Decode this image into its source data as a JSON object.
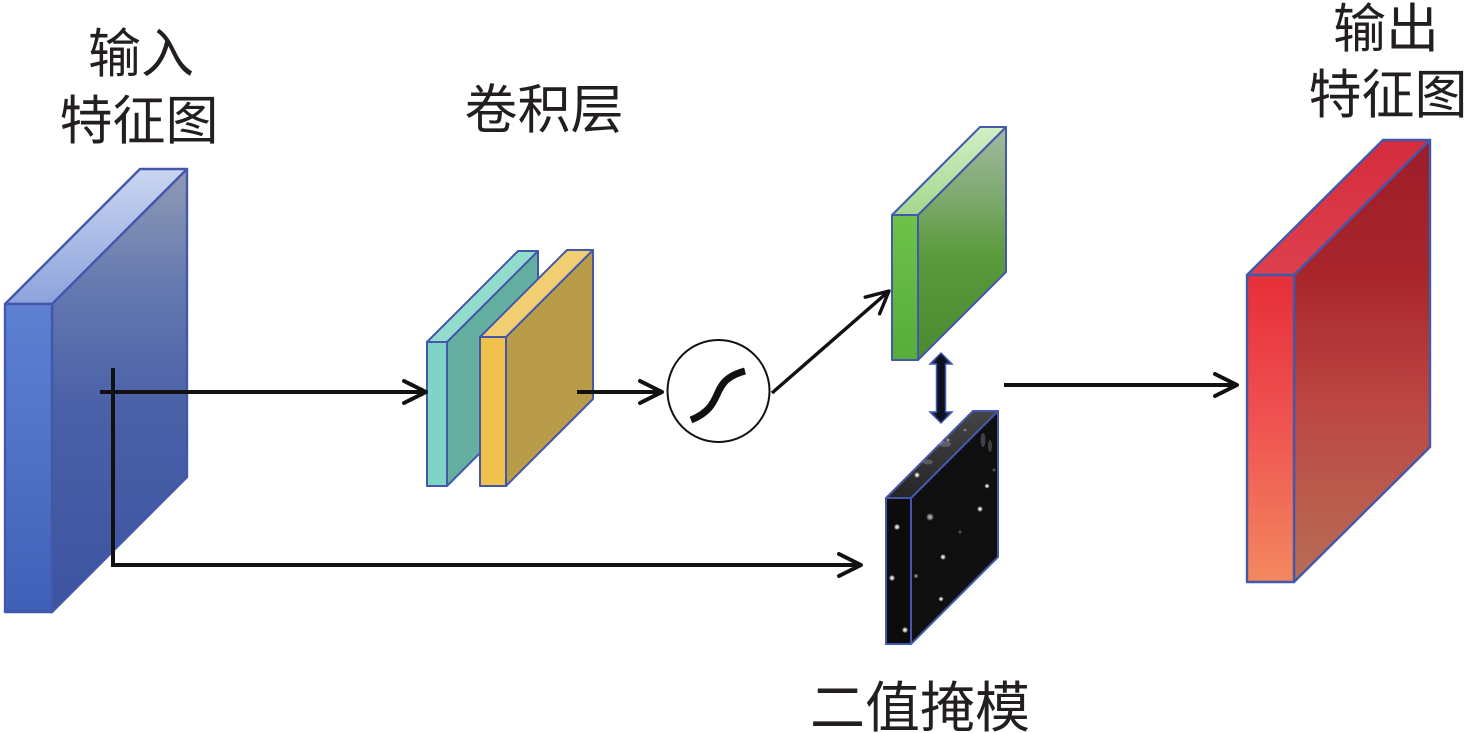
{
  "theme": {
    "background": "#FFFFFF",
    "text": "#231F20",
    "line": "#111111",
    "outline": "#4358AA",
    "double_arrow_core": "#0D1020",
    "double_arrow_edge": "#3A55A8"
  },
  "nodes": {
    "input_feature_map": {
      "label_lines": [
        "输入",
        "特征图"
      ],
      "shape": "3d-block",
      "colors": {
        "front_top": "#5F81D2",
        "front_bottom": "#4060B8",
        "top_back": "#CAD5F1",
        "top_front": "#8DA3DC",
        "side_top": "#8F9BB4",
        "side_upper": "#6377B0",
        "side_mid": "#4A60A7",
        "side_bottom": "#3C53A0"
      }
    },
    "conv_layer": {
      "label": "卷积层",
      "kernels": [
        {
          "shape": "3d-block",
          "colors": {
            "front": "#80D4C6",
            "top": "#92DCCE",
            "side": "#64AFA0"
          }
        },
        {
          "shape": "3d-block",
          "colors": {
            "front": "#F0C24D",
            "top": "#F0CF72",
            "side": "#B99C49"
          }
        }
      ]
    },
    "sigmoid": {
      "shape": "circle",
      "icon": "sigmoid-curve-icon"
    },
    "sigmoid_output_map": {
      "shape": "3d-block",
      "colors": {
        "front_top": "#6DC24B",
        "front_bottom": "#58AC3A",
        "top_back": "#D2EEC6",
        "top_front": "#A4D88C",
        "side_top": "#A3B9A1",
        "side_upper": "#7EA96F",
        "side_mid": "#5A9A3C",
        "side_bottom": "#4B8A2F"
      }
    },
    "binary_mask": {
      "label": "二值掩模",
      "shape": "3d-block",
      "texture": "black with sparse white dots",
      "colors": {
        "front": "#0C0C0C",
        "top_back": "#444444",
        "top_front": "#262626",
        "side": "#0F0F0F",
        "dots": "#FFFFFF"
      }
    },
    "output_feature_map": {
      "label_lines": [
        "输出",
        "特征图"
      ],
      "shape": "3d-block",
      "colors": {
        "front_top": "#E62E38",
        "front_mid": "#EF5050",
        "front_bottom": "#F2885F",
        "top_back": "#D42C3C",
        "top_front": "#DE404F",
        "side_top": "#9C1D29",
        "side_upper": "#A8252B",
        "side_mid": "#BC4643",
        "side_bottom": "#B86E56"
      }
    }
  },
  "edges": [
    {
      "from": "input_feature_map",
      "to": "conv_layer",
      "style": "arrow"
    },
    {
      "from": "conv_layer",
      "to": "sigmoid",
      "style": "arrow"
    },
    {
      "from": "sigmoid",
      "to": "sigmoid_output_map",
      "style": "arrow"
    },
    {
      "from": "input_feature_map",
      "to": "binary_mask",
      "style": "elbow-arrow"
    },
    {
      "from": "sigmoid_output_map",
      "to": "binary_mask",
      "style": "double-headed-arrow"
    },
    {
      "from": [
        "sigmoid_output_map",
        "binary_mask"
      ],
      "to": "output_feature_map",
      "style": "arrow"
    }
  ]
}
